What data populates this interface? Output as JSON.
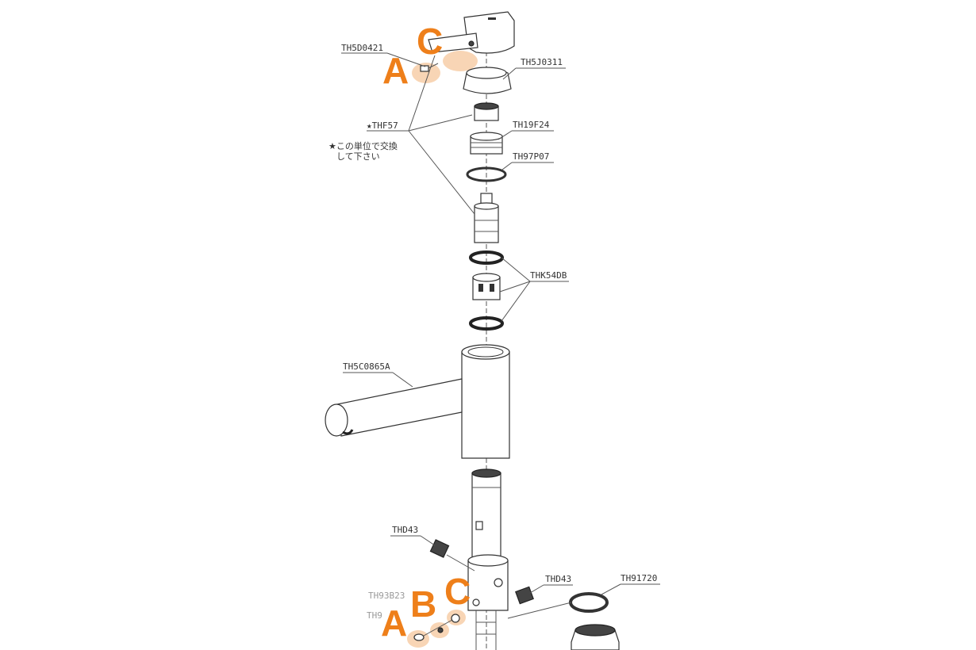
{
  "labels": {
    "handle": "TH5D0421",
    "cap": "TH5J0311",
    "cartridge_unit": "★THF57",
    "nut": "TH19F24",
    "ring": "TH97P07",
    "gasket_set": "THK54DB",
    "spout": "TH5C0865A",
    "plug_left": "THD43",
    "plug_right": "THD43",
    "washer": "TH91720",
    "small_part_1": "TH93B23",
    "small_part_2": "TH9"
  },
  "note": {
    "line1": "★この単位で交換",
    "line2": "して下さい"
  },
  "markers": {
    "top_a": "A",
    "top_c": "C",
    "bottom_a": "A",
    "bottom_b": "B",
    "bottom_c": "C"
  },
  "colors": {
    "marker": "#ee7f1a",
    "highlight": "#f6c79c",
    "line": "#555555"
  }
}
